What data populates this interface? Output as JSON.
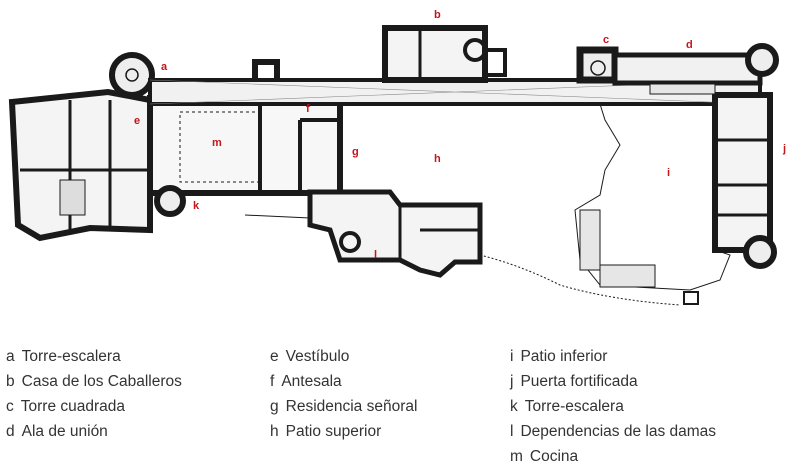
{
  "plan": {
    "label_color": "#c0161c",
    "labels": [
      "a",
      "b",
      "c",
      "d",
      "e",
      "f",
      "g",
      "h",
      "i",
      "j",
      "k",
      "l",
      "m"
    ]
  },
  "legend": {
    "columns": [
      [
        {
          "key": "a",
          "text": "Torre-escalera"
        },
        {
          "key": "b",
          "text": "Casa de los Caballeros"
        },
        {
          "key": "c",
          "text": "Torre cuadrada"
        },
        {
          "key": "d",
          "text": "Ala de unión"
        }
      ],
      [
        {
          "key": "e",
          "text": "Vestíbulo"
        },
        {
          "key": "f",
          "text": "Antesala"
        },
        {
          "key": "g",
          "text": "Residencia señoral"
        },
        {
          "key": "h",
          "text": "Patio superior"
        }
      ],
      [
        {
          "key": "i",
          "text": "Patio inferior"
        },
        {
          "key": "j",
          "text": "Puerta fortificada"
        },
        {
          "key": "k",
          "text": "Torre-escalera"
        },
        {
          "key": "l",
          "text": "Dependencias de las damas"
        },
        {
          "key": "m",
          "text": "Cocina"
        }
      ]
    ]
  }
}
